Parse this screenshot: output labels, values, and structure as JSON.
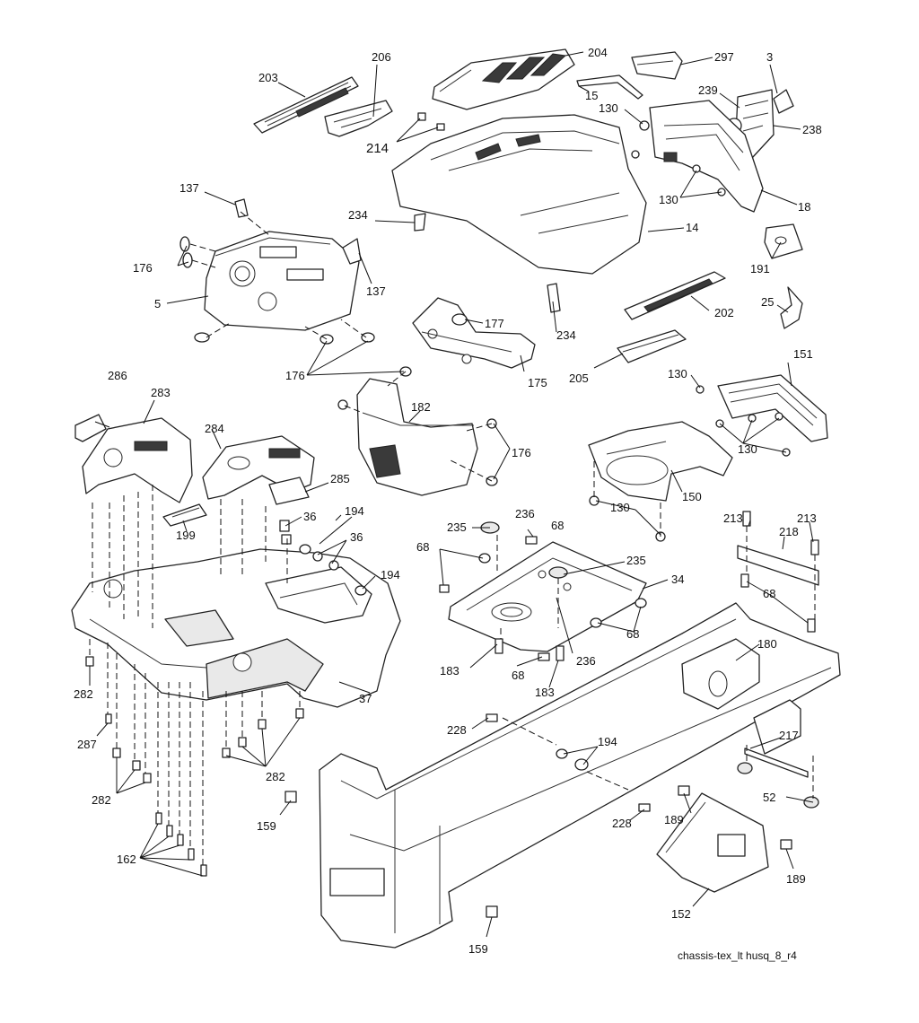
{
  "diagram": {
    "reference": "chassis-tex_lt husq_8_r4",
    "callouts": {
      "c3": "3",
      "c5": "5",
      "c14": "14",
      "c15": "15",
      "c18": "18",
      "c25": "25",
      "c34": "34",
      "c36a": "36",
      "c36b": "36",
      "c37": "37",
      "c52": "52",
      "c68a": "68",
      "c68b": "68",
      "c68c": "68",
      "c68d": "68",
      "c68e": "68",
      "c130a": "130",
      "c130b": "130",
      "c130c": "130",
      "c130d": "130",
      "c130e": "130",
      "c137a": "137",
      "c137b": "137",
      "c150": "150",
      "c151": "151",
      "c152": "152",
      "c159a": "159",
      "c159b": "159",
      "c162": "162",
      "c175": "175",
      "c176a": "176",
      "c176b": "176",
      "c176c": "176",
      "c177": "177",
      "c180": "180",
      "c182": "182",
      "c183a": "183",
      "c183b": "183",
      "c189a": "189",
      "c189b": "189",
      "c191": "191",
      "c194a": "194",
      "c194b": "194",
      "c194c": "194",
      "c199": "199",
      "c202": "202",
      "c203": "203",
      "c204": "204",
      "c205": "205",
      "c206": "206",
      "c213a": "213",
      "c213b": "213",
      "c214": "214",
      "c217": "217",
      "c218": "218",
      "c228a": "228",
      "c228b": "228",
      "c234a": "234",
      "c234b": "234",
      "c235a": "235",
      "c235b": "235",
      "c236a": "236",
      "c236b": "236",
      "c238": "238",
      "c239": "239",
      "c282a": "282",
      "c282b": "282",
      "c282c": "282",
      "c283": "283",
      "c284": "284",
      "c285": "285",
      "c286": "286",
      "c287": "287",
      "c297": "297"
    }
  }
}
